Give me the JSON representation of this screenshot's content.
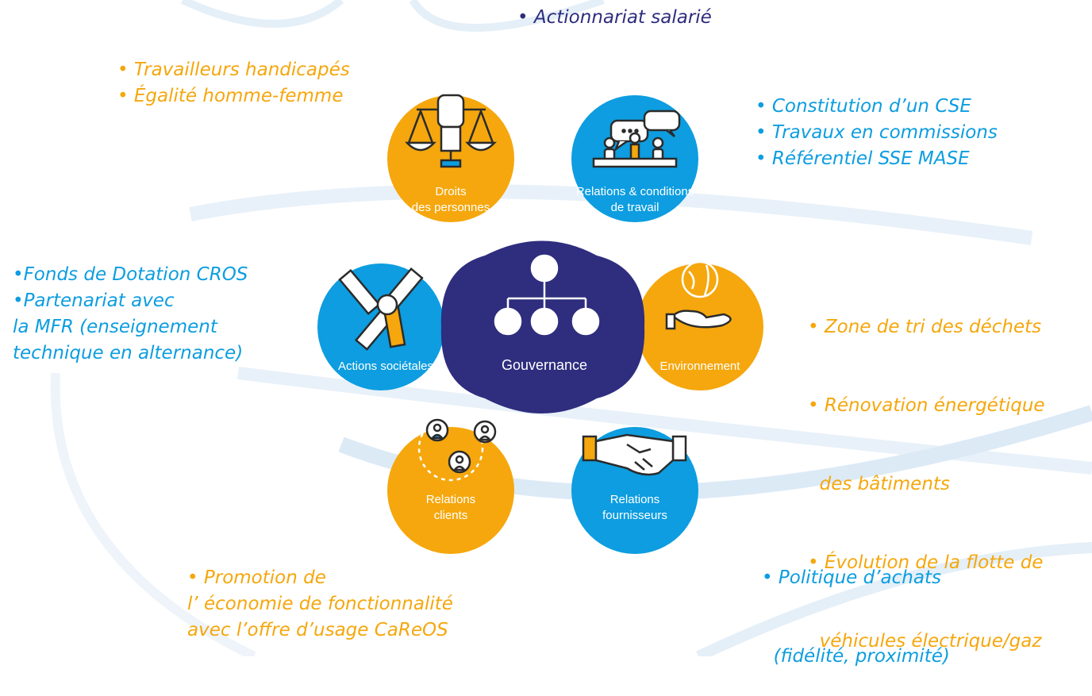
{
  "colors": {
    "orange": "#f5a70d",
    "blue": "#0d9de0",
    "navy": "#2e2d7e",
    "swoosh": "#dceaf6"
  },
  "center": {
    "label": "Gouvernance",
    "icon": "org-chart-icon"
  },
  "segments": [
    {
      "id": "droits",
      "lines": [
        "Droits",
        "des personnes"
      ],
      "icon": "scales-fist-icon"
    },
    {
      "id": "relations-travail",
      "lines": [
        "Relations & conditions",
        "de travail"
      ],
      "icon": "meeting-icon"
    },
    {
      "id": "environnement",
      "lines": [
        "Environnement"
      ],
      "icon": "globe-hand-icon"
    },
    {
      "id": "fournisseurs",
      "lines": [
        "Relations",
        "fournisseurs"
      ],
      "icon": "handshake-icon"
    },
    {
      "id": "clients",
      "lines": [
        "Relations",
        "clients"
      ],
      "icon": "users-circle-icon"
    },
    {
      "id": "actions",
      "lines": [
        "Actions sociétales"
      ],
      "icon": "stacked-hands-icon"
    }
  ],
  "notes": {
    "top": [
      "• Actionnariat salarié"
    ],
    "top_left": [
      "• Travailleurs handicapés",
      "• Égalité homme-femme"
    ],
    "top_right": [
      "• Constitution d’un CSE",
      "• Travaux en commissions",
      "• Référentiel SSE MASE"
    ],
    "left": [
      "•Fonds de Dotation CROS",
      "•Partenariat avec",
      "la MFR (enseignement",
      "technique en alternance)"
    ],
    "right": [
      "• Zone de tri des déchets",
      "• Rénovation énergétique",
      "  des bâtiments",
      "• Évolution de la flotte de",
      "  véhicules électrique/gaz"
    ],
    "bottom_right": [
      "• Politique d’achats",
      "  (fidélité, proximité)"
    ],
    "bottom": [
      "• Promotion de",
      "l’ économie de fonctionnalité",
      "avec l’offre d’usage CaReOS"
    ]
  }
}
